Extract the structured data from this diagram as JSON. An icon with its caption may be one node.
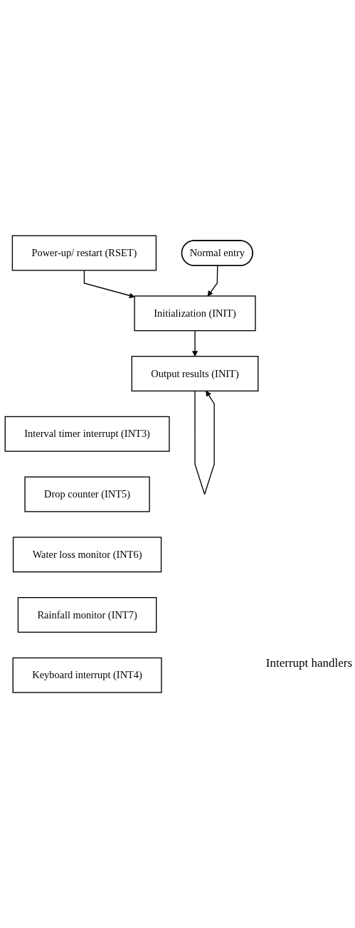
{
  "diagram": {
    "nodes": [
      {
        "text": [
          "Power-up/ restart (RSET)"
        ]
      },
      {
        "text": [
          "Normal entry"
        ]
      },
      {
        "text": [
          "Initialization (INIT)"
        ]
      },
      {
        "text": [
          "Output results (INIT)"
        ]
      },
      {
        "text": [
          "Interval timer interrupt (INT3)"
        ]
      },
      {
        "text": [
          "Drop counter (INT5)"
        ]
      },
      {
        "text": [
          "Water loss monitor (INT6)"
        ]
      },
      {
        "text": [
          "Rainfall monitor (INT7)"
        ]
      },
      {
        "text": [
          "Keyboard interrupt (INT4)"
        ]
      }
    ],
    "edges": [
      {
        "from": 0,
        "to": 2,
        "arrow": "to"
      },
      {
        "from": 1,
        "to": 2,
        "arrow": "to"
      },
      {
        "from": 2,
        "to": 3,
        "arrow": "to"
      },
      {
        "from": 3,
        "to": 3,
        "arrow": "to"
      }
    ],
    "labels": [
      "Interrupt handlers"
    ]
  }
}
